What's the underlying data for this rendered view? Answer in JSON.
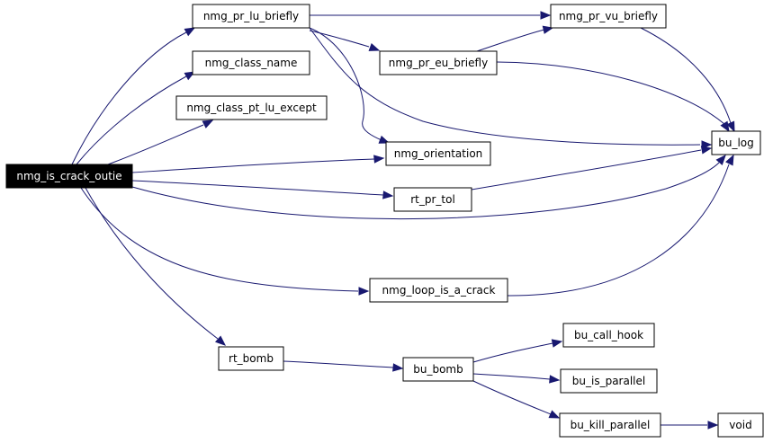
{
  "graph": {
    "root": "nmg_is_crack_outie",
    "edge_color": "#191970",
    "nodes": [
      {
        "id": "nmg_is_crack_outie",
        "label": "nmg_is_crack_outie",
        "root": true
      },
      {
        "id": "nmg_pr_lu_briefly",
        "label": "nmg_pr_lu_briefly"
      },
      {
        "id": "nmg_class_name",
        "label": "nmg_class_name"
      },
      {
        "id": "nmg_class_pt_lu_except",
        "label": "nmg_class_pt_lu_except"
      },
      {
        "id": "nmg_pr_vu_briefly",
        "label": "nmg_pr_vu_briefly"
      },
      {
        "id": "nmg_pr_eu_briefly",
        "label": "nmg_pr_eu_briefly"
      },
      {
        "id": "nmg_orientation",
        "label": "nmg_orientation"
      },
      {
        "id": "bu_log",
        "label": "bu_log"
      },
      {
        "id": "rt_pr_tol",
        "label": "rt_pr_tol"
      },
      {
        "id": "nmg_loop_is_a_crack",
        "label": "nmg_loop_is_a_crack"
      },
      {
        "id": "rt_bomb",
        "label": "rt_bomb"
      },
      {
        "id": "bu_bomb",
        "label": "bu_bomb"
      },
      {
        "id": "bu_call_hook",
        "label": "bu_call_hook"
      },
      {
        "id": "bu_is_parallel",
        "label": "bu_is_parallel"
      },
      {
        "id": "bu_kill_parallel",
        "label": "bu_kill_parallel"
      },
      {
        "id": "void",
        "label": "void"
      }
    ],
    "edges": [
      {
        "from": "nmg_is_crack_outie",
        "to": "nmg_pr_lu_briefly"
      },
      {
        "from": "nmg_is_crack_outie",
        "to": "nmg_class_name"
      },
      {
        "from": "nmg_is_crack_outie",
        "to": "nmg_class_pt_lu_except"
      },
      {
        "from": "nmg_is_crack_outie",
        "to": "nmg_orientation"
      },
      {
        "from": "nmg_is_crack_outie",
        "to": "rt_pr_tol"
      },
      {
        "from": "nmg_is_crack_outie",
        "to": "bu_log"
      },
      {
        "from": "nmg_is_crack_outie",
        "to": "nmg_loop_is_a_crack"
      },
      {
        "from": "nmg_is_crack_outie",
        "to": "rt_bomb"
      },
      {
        "from": "nmg_pr_lu_briefly",
        "to": "nmg_pr_vu_briefly"
      },
      {
        "from": "nmg_pr_lu_briefly",
        "to": "nmg_pr_eu_briefly"
      },
      {
        "from": "nmg_pr_lu_briefly",
        "to": "nmg_orientation"
      },
      {
        "from": "nmg_pr_lu_briefly",
        "to": "bu_log"
      },
      {
        "from": "nmg_pr_eu_briefly",
        "to": "nmg_pr_vu_briefly"
      },
      {
        "from": "nmg_pr_eu_briefly",
        "to": "bu_log"
      },
      {
        "from": "nmg_pr_vu_briefly",
        "to": "bu_log"
      },
      {
        "from": "rt_pr_tol",
        "to": "bu_log"
      },
      {
        "from": "nmg_loop_is_a_crack",
        "to": "bu_log"
      },
      {
        "from": "rt_bomb",
        "to": "bu_bomb"
      },
      {
        "from": "bu_bomb",
        "to": "bu_call_hook"
      },
      {
        "from": "bu_bomb",
        "to": "bu_is_parallel"
      },
      {
        "from": "bu_bomb",
        "to": "bu_kill_parallel"
      },
      {
        "from": "bu_kill_parallel",
        "to": "void"
      }
    ]
  }
}
